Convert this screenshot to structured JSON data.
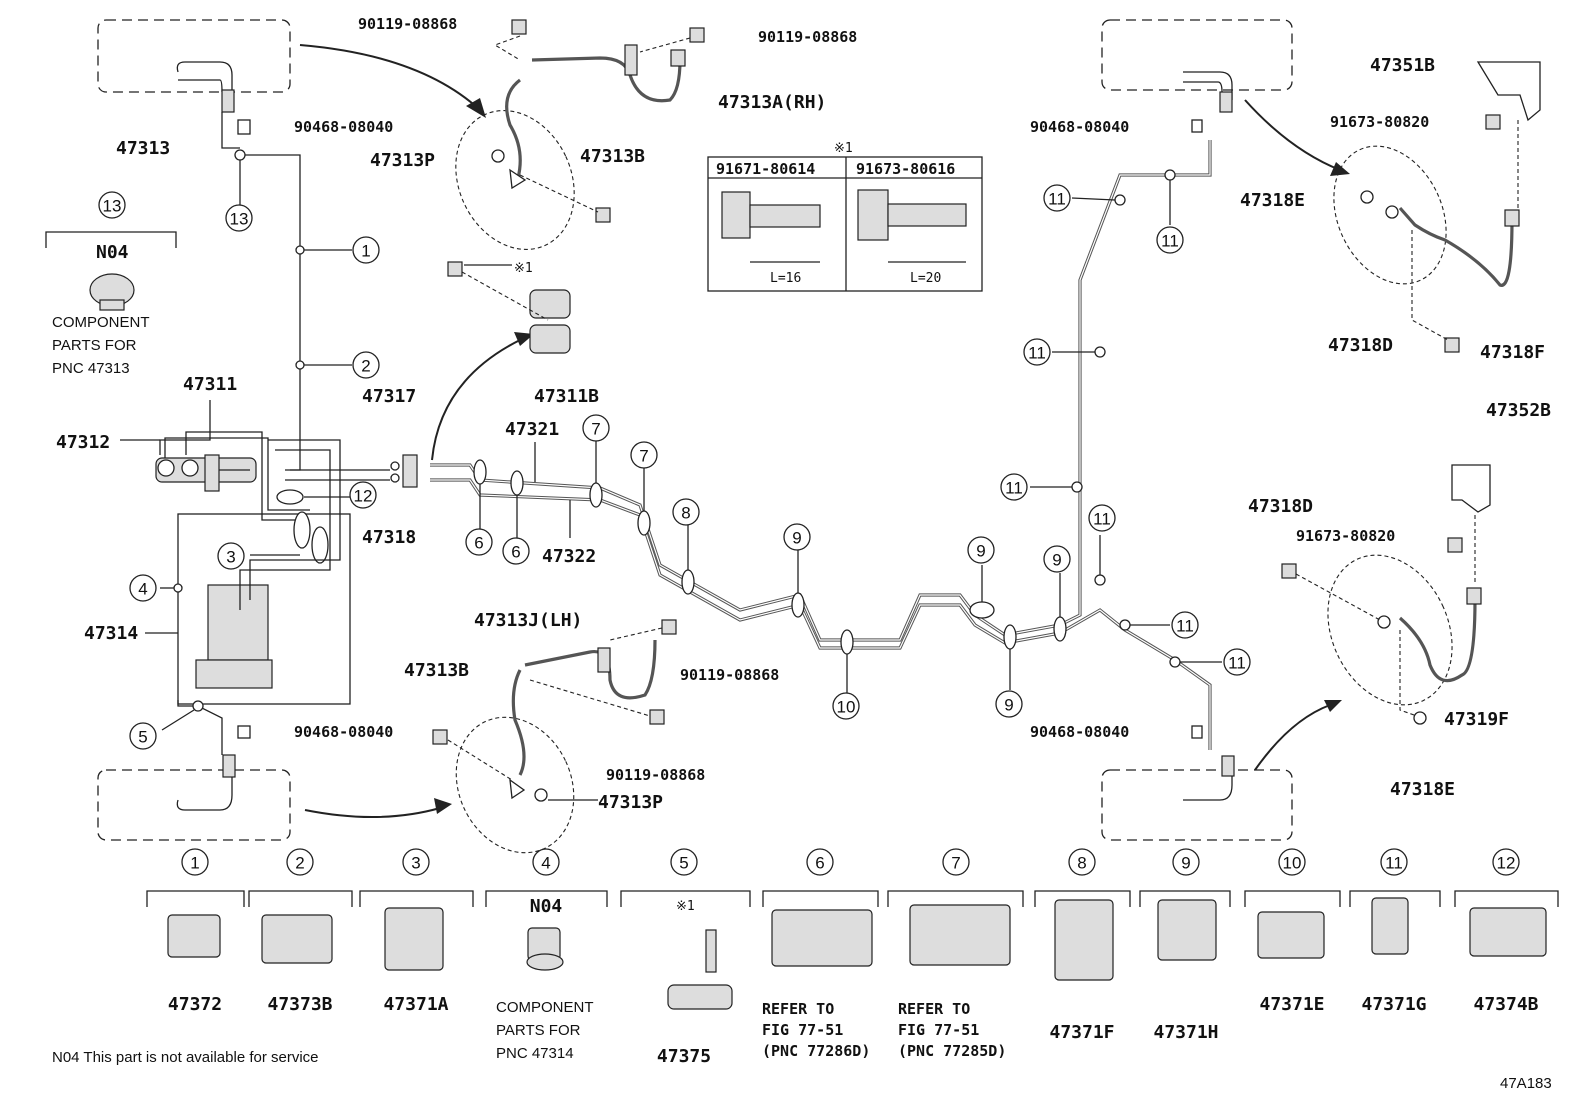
{
  "diagram_id": "47A183",
  "labels": {
    "p90119_1": "90119-08868",
    "p90119_2": "90119-08868",
    "p47313A": "47313A(RH)",
    "p90468_a": "90468-08040",
    "p47313": "47313",
    "p47313P_top": "47313P",
    "p47313B_top": "47313B",
    "p47311": "47311",
    "p47312": "47312",
    "p47317": "47317",
    "p47318": "47318",
    "p47311B": "47311B",
    "p47321": "47321",
    "p47322": "47322",
    "p47314": "47314",
    "p47313J": "47313J(LH)",
    "p47313B_bot": "47313B",
    "p90119_3": "90119-08868",
    "p90119_4": "90119-08868",
    "p90468_b": "90468-08040",
    "p47313P_bot": "47313P",
    "p90468_c": "90468-08040",
    "p90468_d": "90468-08040",
    "p47351B": "47351B",
    "p91673_a": "91673-80820",
    "p47318E_a": "47318E",
    "p47318D_a": "47318D",
    "p47318F": "47318F",
    "p47352B": "47352B",
    "p47318D_b": "47318D",
    "p91673_b": "91673-80820",
    "p47319F": "47319F",
    "p47318E_b": "47318E",
    "star1": "※1",
    "star1b": "※1",
    "star1c": "※1",
    "n04_top_title": "N04",
    "n04_top_c": "COMPONENT",
    "n04_top_p": "PARTS FOR",
    "n04_top_pnc": "PNC 47313",
    "footnote": "N04 This part is not available for service"
  },
  "bolt_table": {
    "col1": "91671-80614",
    "col2": "91673-80616",
    "len1": "L=16",
    "len2": "L=20"
  },
  "callouts": [
    "1",
    "2",
    "3",
    "4",
    "5",
    "6",
    "7",
    "8",
    "9",
    "10",
    "11",
    "12",
    "13"
  ],
  "legend": [
    {
      "num": "1",
      "part": "47372"
    },
    {
      "num": "2",
      "part": "47373B"
    },
    {
      "num": "3",
      "part": "47371A"
    },
    {
      "num": "4",
      "part": "N04",
      "extra1": "COMPONENT",
      "extra2": "PARTS FOR",
      "extra3": "PNC 47314"
    },
    {
      "num": "5",
      "part": "47375",
      "star": "※1"
    },
    {
      "num": "6",
      "part": "",
      "extra1": "REFER TO",
      "extra2": "FIG 77-51",
      "extra3": "(PNC 77286D)"
    },
    {
      "num": "7",
      "part": "",
      "extra1": "REFER TO",
      "extra2": "FIG 77-51",
      "extra3": "(PNC 77285D)"
    },
    {
      "num": "8",
      "part": "47371F"
    },
    {
      "num": "9",
      "part": "47371H"
    },
    {
      "num": "10",
      "part": "47371E"
    },
    {
      "num": "11",
      "part": "47371G"
    },
    {
      "num": "12",
      "part": "47374B"
    }
  ]
}
